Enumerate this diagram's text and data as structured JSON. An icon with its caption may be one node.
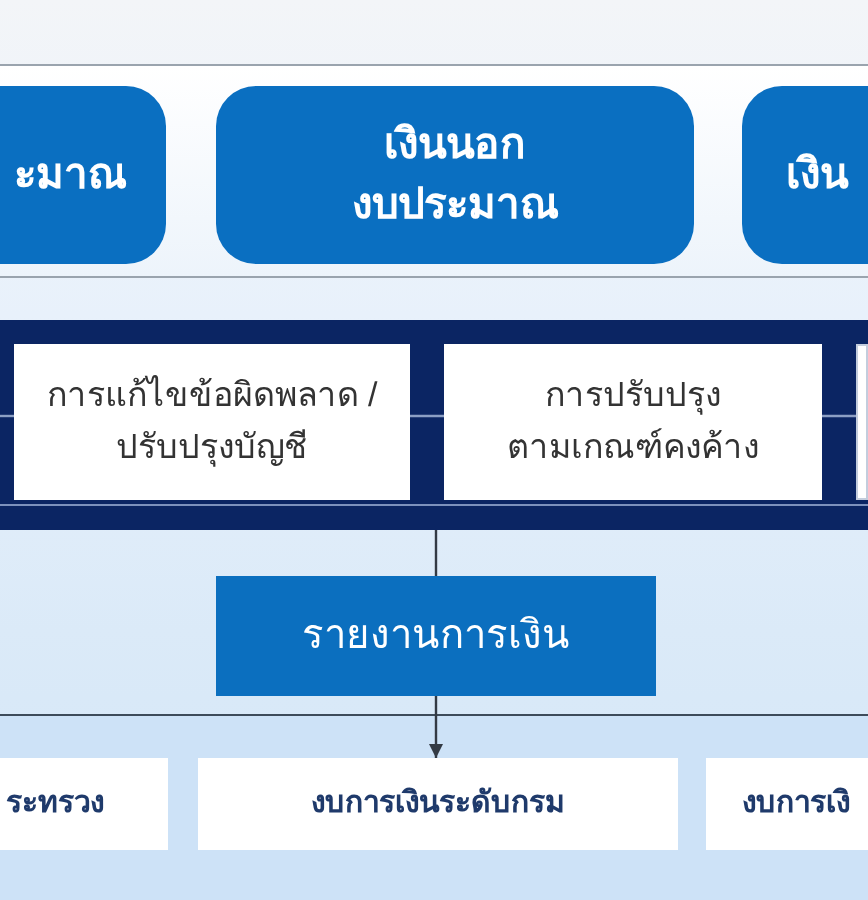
{
  "diagram": {
    "nodes": [
      {
        "text": [
          "ะมาณ"
        ]
      },
      {
        "text": [
          "เงินนอก งบประมาณ"
        ]
      },
      {
        "text": [
          "เงิน"
        ]
      },
      {
        "text": [],
        "shape": "bar"
      },
      {
        "text": [
          "การแก้ไขข้อผิดพลาด / ปรับปรุงบัญชี"
        ],
        "in": 3
      },
      {
        "text": [
          "การปรับปรุง ตามเกณฑ์คงค้าง"
        ],
        "in": 3
      },
      {
        "text": [],
        "shape": "box",
        "in": 3
      },
      {
        "text": [
          "รายงานการเงิน"
        ]
      },
      {
        "text": [
          "ระทรวง"
        ]
      },
      {
        "text": [
          "งบการเงินระดับกรม"
        ]
      },
      {
        "text": [
          "งบการเงิ"
        ]
      }
    ],
    "edges": [
      {
        "from": 3,
        "to": 7,
        "arrow": "none",
        "color": "#333a44"
      },
      {
        "from": 7,
        "to": 9,
        "arrow": "to",
        "color": "#333a44"
      },
      {
        "from": null,
        "to": 4,
        "arrow": "none",
        "color": "#8c9fc4"
      },
      {
        "from": 4,
        "to": 5,
        "arrow": "none",
        "color": "#8c9fc4"
      },
      {
        "from": 5,
        "to": 6,
        "arrow": "none",
        "color": "#8c9fc4"
      }
    ]
  }
}
